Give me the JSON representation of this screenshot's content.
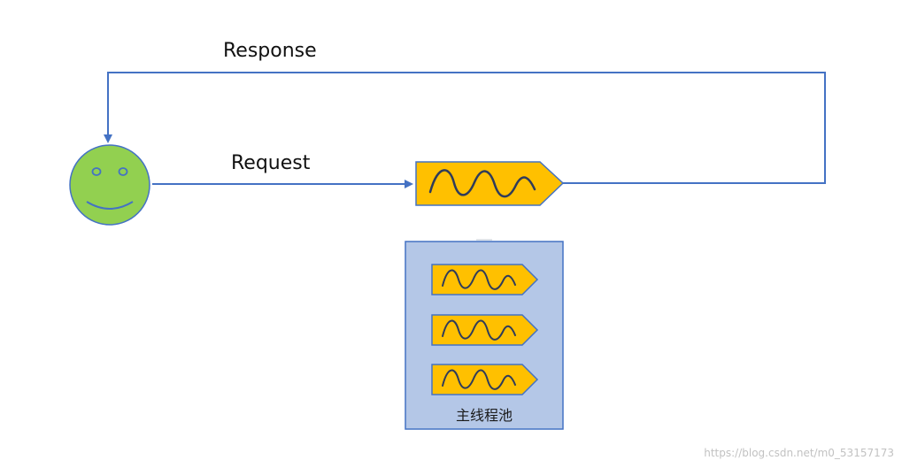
{
  "labels": {
    "response": "Response",
    "request": "Request",
    "pool": "主线程池",
    "watermark": "https://blog.csdn.net/m0_53157173"
  },
  "colors": {
    "line": "#4472c4",
    "smiley_fill": "#92d050",
    "smiley_stroke": "#4472c4",
    "thread_fill": "#ffc000",
    "thread_stroke": "#4472c4",
    "pool_fill": "#b4c7e7",
    "pool_stroke": "#4472c4"
  },
  "thread_pool": {
    "thread_count": 3
  }
}
